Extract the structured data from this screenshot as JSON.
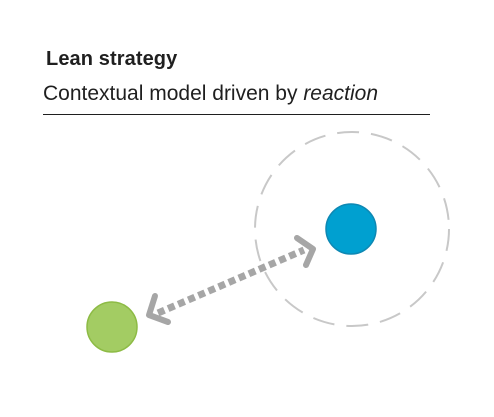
{
  "header": {
    "title": "Lean strategy",
    "subtitle_prefix": "Contextual model driven by ",
    "subtitle_emphasis": "reaction"
  },
  "colors": {
    "text": "#1f1f1f",
    "context_circle": "#c8c8c8",
    "arrow": "#a6a6a6",
    "blue_node": "#00a0d0",
    "blue_node_stroke": "#0e88b3",
    "green_node": "#a3cc63",
    "green_node_stroke": "#8dbb45"
  }
}
